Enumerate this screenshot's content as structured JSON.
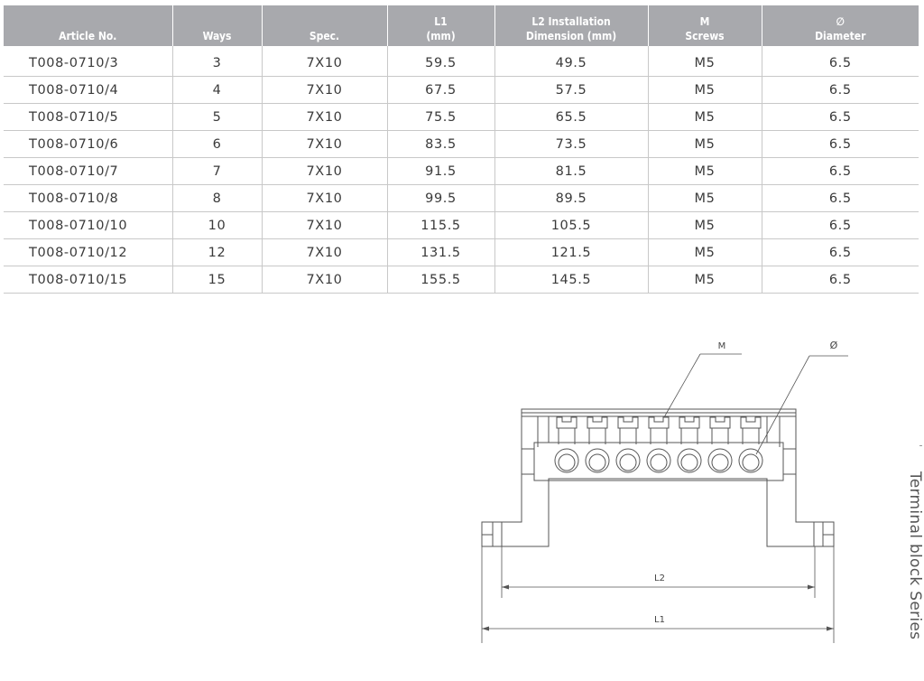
{
  "table": {
    "headers": [
      {
        "key": "article",
        "label": "Article No."
      },
      {
        "key": "ways",
        "label": "Ways"
      },
      {
        "key": "spec",
        "label": "Spec."
      },
      {
        "key": "l1",
        "label": "L1\n(mm)"
      },
      {
        "key": "l2",
        "label": "L2 Installation\nDimension (mm)"
      },
      {
        "key": "m",
        "label": "M\nScrews"
      },
      {
        "key": "diameter",
        "label": "∅\nDiameter"
      }
    ],
    "rows": [
      [
        "T008-0710/3",
        "3",
        "7X10",
        "59.5",
        "49.5",
        "M5",
        "6.5"
      ],
      [
        "T008-0710/4",
        "4",
        "7X10",
        "67.5",
        "57.5",
        "M5",
        "6.5"
      ],
      [
        "T008-0710/5",
        "5",
        "7X10",
        "75.5",
        "65.5",
        "M5",
        "6.5"
      ],
      [
        "T008-0710/6",
        "6",
        "7X10",
        "83.5",
        "73.5",
        "M5",
        "6.5"
      ],
      [
        "T008-0710/7",
        "7",
        "7X10",
        "91.5",
        "81.5",
        "M5",
        "6.5"
      ],
      [
        "T008-0710/8",
        "8",
        "7X10",
        "99.5",
        "89.5",
        "M5",
        "6.5"
      ],
      [
        "T008-0710/10",
        "10",
        "7X10",
        "115.5",
        "105.5",
        "M5",
        "6.5"
      ],
      [
        "T008-0710/12",
        "12",
        "7X10",
        "131.5",
        "121.5",
        "M5",
        "6.5"
      ],
      [
        "T008-0710/15",
        "15",
        "7X10",
        "155.5",
        "145.5",
        "M5",
        "6.5"
      ]
    ]
  },
  "drawing": {
    "label_m": "M",
    "label_diameter": "Ø",
    "label_l1": "L1",
    "label_l2": "L2",
    "screw_count": 7
  },
  "side_title": "Terminal block Series",
  "colors": {
    "header_bg": "#a8a9ad",
    "header_text": "#ffffff",
    "grid_line": "#c8c8c8",
    "drawing_line": "#555555"
  }
}
